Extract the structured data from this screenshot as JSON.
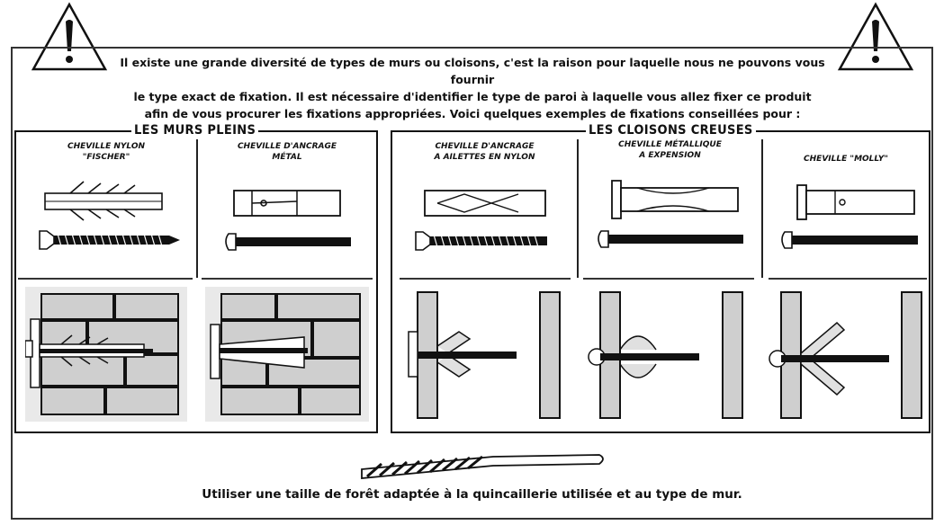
{
  "intro": {
    "line1": "Il existe une grande diversité de types de murs ou cloisons, c'est la raison pour laquelle nous ne  pouvons vous fournir",
    "line2": "le type exact de fixation. Il est nécessaire d'identifier le type de paroi à laquelle vous allez fixer ce produit",
    "line3": "afin de vous procurer les fixations appropriées. Voici quelques exemples de fixations conseillées pour :"
  },
  "sections": {
    "solid": {
      "title": "LES MURS PLEINS",
      "items": [
        {
          "line1": "CHEVILLE NYLON",
          "line2": "\"FISCHER\""
        },
        {
          "line1": "CHEVILLE D'ANCRAGE",
          "line2": "MÉTAL"
        }
      ]
    },
    "hollow": {
      "title": "LES CLOISONS CREUSES",
      "items": [
        {
          "line1": "CHEVILLE D'ANCRAGE",
          "line2": "A AILETTES EN NYLON"
        },
        {
          "line1": "CHEVILLE MÉTALLIQUE",
          "line2": "A EXPENSION"
        },
        {
          "line1": "CHEVILLE \"MOLLY\"",
          "line2": ""
        }
      ]
    }
  },
  "footer": "Utiliser une taille de forêt adaptée à la quincaillerie utilisée et au type de mur.",
  "icons": {
    "warning": "warning-triangle-icon",
    "drill": "drill-bit-icon"
  }
}
